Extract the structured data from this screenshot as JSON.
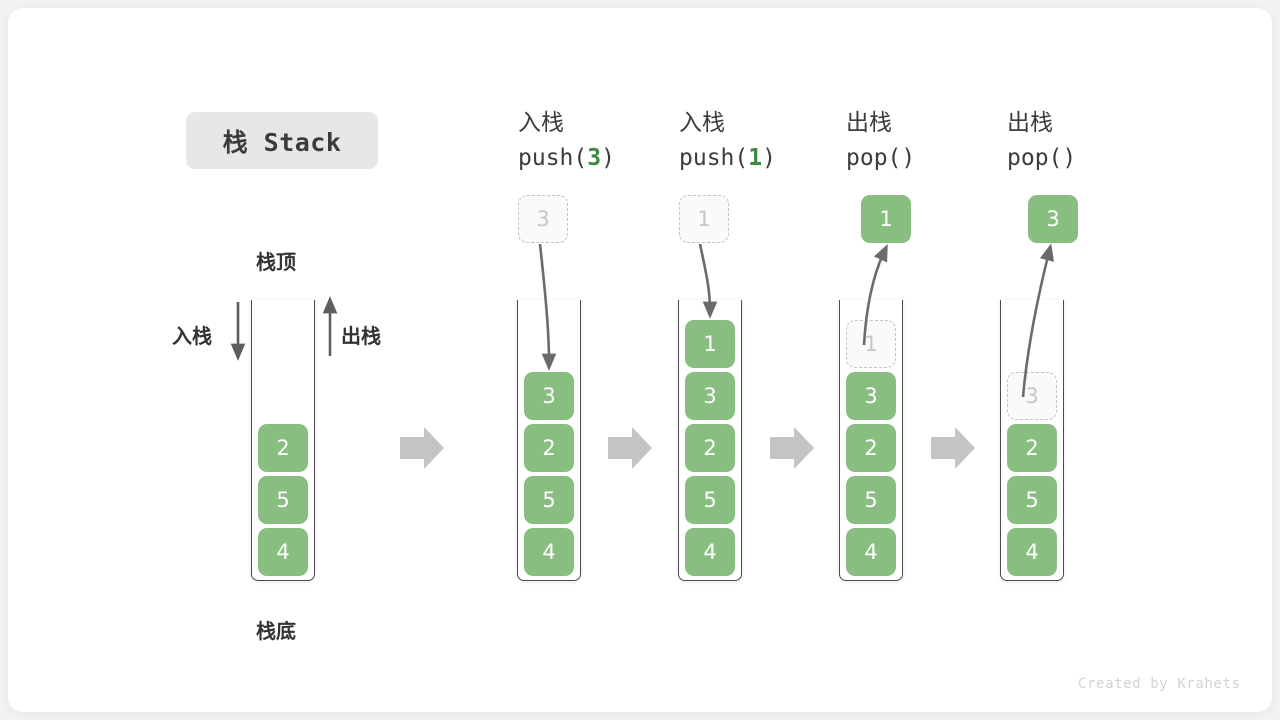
{
  "title": {
    "text": "栈 Stack"
  },
  "labels": {
    "top": "栈顶",
    "bottom": "栈底",
    "push": "入栈",
    "pop": "出栈"
  },
  "footer": {
    "text": "Created by Krahets"
  },
  "colors": {
    "element_green": "#88bf80",
    "accent_green": "#3c8a41",
    "frame_gray": "#4c4c4c",
    "ghost_gray": "#c6c6c6",
    "arrow_gray": "#6b6b6b",
    "flow_arrow_gray": "#c4c4c4",
    "chip_bg": "#e7e7e7",
    "page_bg": "#f2f2f2"
  },
  "panels": [
    {
      "id": "initial-stack",
      "heading_cn": "",
      "heading_code": "",
      "cells": [
        "2",
        "5",
        "4"
      ],
      "ghost": null,
      "result": null
    },
    {
      "id": "push-3",
      "heading_cn": "入栈",
      "heading_code_prefix": "push(",
      "heading_code_num": "3",
      "heading_code_suffix": ")",
      "cells": [
        "3",
        "2",
        "5",
        "4"
      ],
      "ghost": {
        "value": "3",
        "position": "above-stack"
      },
      "result": null
    },
    {
      "id": "push-1",
      "heading_cn": "入栈",
      "heading_code_prefix": "push(",
      "heading_code_num": "1",
      "heading_code_suffix": ")",
      "cells": [
        "1",
        "3",
        "2",
        "5",
        "4"
      ],
      "ghost": {
        "value": "1",
        "position": "above-stack"
      },
      "result": null
    },
    {
      "id": "pop-1",
      "heading_cn": "出栈",
      "heading_code_prefix": "pop(",
      "heading_code_num": "",
      "heading_code_suffix": ")",
      "cells": [
        "3",
        "2",
        "5",
        "4"
      ],
      "ghost": {
        "value": "1",
        "position": "in-stack-top"
      },
      "result": {
        "value": "1"
      }
    },
    {
      "id": "pop-3",
      "heading_cn": "出栈",
      "heading_code_prefix": "pop(",
      "heading_code_num": "",
      "heading_code_suffix": ")",
      "cells": [
        "2",
        "5",
        "4"
      ],
      "ghost": {
        "value": "3",
        "position": "in-stack-top"
      },
      "result": {
        "value": "3"
      }
    }
  ]
}
